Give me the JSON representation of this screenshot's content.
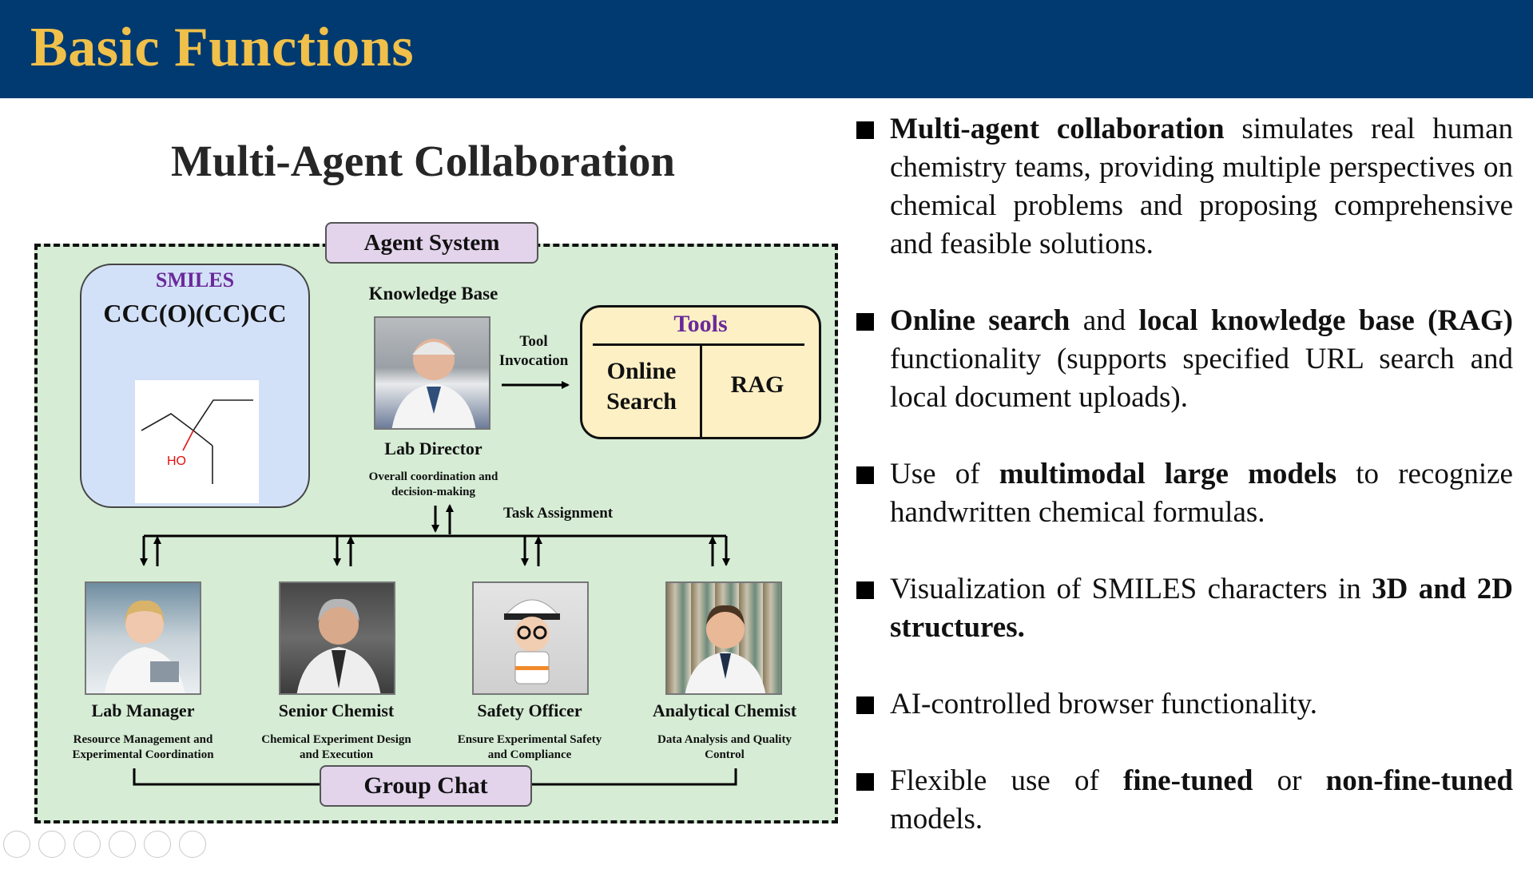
{
  "header": {
    "title": "Basic Functions"
  },
  "diagram": {
    "title": "Multi-Agent Collaboration",
    "agent_system_label": "Agent System",
    "smiles": {
      "label": "SMILES",
      "formula": "CCC(O)(CC)CC",
      "ho_label": "HO"
    },
    "knowledge_base_label": "Knowledge Base",
    "tool_invocation": [
      "Tool",
      "Invocation"
    ],
    "tools": {
      "title": "Tools",
      "online_search": [
        "Online",
        "Search"
      ],
      "rag": "RAG"
    },
    "director": {
      "name": "Lab Director",
      "desc": [
        "Overall coordination and",
        "decision-making"
      ]
    },
    "task_assignment": "Task Assignment",
    "agents": [
      {
        "name": "Lab Manager",
        "desc": [
          "Resource Management and",
          "Experimental Coordination"
        ]
      },
      {
        "name": "Senior Chemist",
        "desc": [
          "Chemical Experiment Design",
          "and Execution"
        ]
      },
      {
        "name": "Safety Officer",
        "desc": [
          "Ensure Experimental Safety",
          "and Compliance"
        ]
      },
      {
        "name": "Analytical Chemist",
        "desc": [
          "Data Analysis and Quality",
          "Control"
        ]
      }
    ],
    "group_chat": "Group Chat"
  },
  "bullets": [
    [
      {
        "t": "Multi-agent collaboration",
        "b": true
      },
      {
        "t": " simulates real human chemistry teams, providing multiple perspectives on chemical problems and proposing comprehensive and feasible solutions.",
        "b": false
      }
    ],
    [
      {
        "t": "Online search",
        "b": true
      },
      {
        "t": " and ",
        "b": false
      },
      {
        "t": "local knowledge base (RAG)",
        "b": true
      },
      {
        "t": " functionality (supports specified URL search and local document uploads).",
        "b": false
      }
    ],
    [
      {
        "t": "Use of ",
        "b": false
      },
      {
        "t": "multimodal large models",
        "b": true
      },
      {
        "t": " to recognize handwritten chemical formulas.",
        "b": false
      }
    ],
    [
      {
        "t": "Visualization of SMILES characters in ",
        "b": false
      },
      {
        "t": "3D and 2D structures.",
        "b": true
      }
    ],
    [
      {
        "t": "AI-controlled browser functionality.",
        "b": false
      }
    ],
    [
      {
        "t": "Flexible use of ",
        "b": false
      },
      {
        "t": "fine-tuned",
        "b": true
      },
      {
        "t": " or ",
        "b": false
      },
      {
        "t": "non-fine-tuned",
        "b": true
      },
      {
        "t": " models.",
        "b": false
      }
    ]
  ],
  "nav_icons": [
    "previous-icon",
    "next-icon",
    "pen-icon",
    "slides-icon",
    "zoom-icon",
    "more-icon"
  ]
}
